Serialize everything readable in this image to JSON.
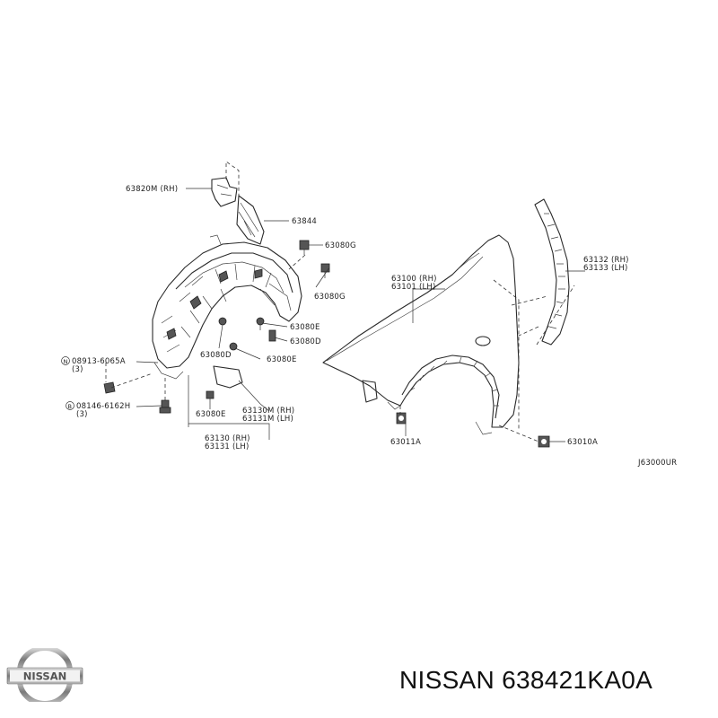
{
  "callouts": {
    "p63820m": "63820M (RH)",
    "p63844": "63844",
    "p63080g_top": "63080G",
    "p63080g_mid": "63080G",
    "p63080e_1": "63080E",
    "p63080d_1": "63080D",
    "p63080d_2": "63080D",
    "p63080e_2": "63080E",
    "p63080e_3": "63080E",
    "bolt_n_num": "08913-6065A",
    "bolt_n_qty": "(3)",
    "bolt_b_num": "08146-6162H",
    "bolt_b_qty": "(3)",
    "p63130m": "63130M (RH)",
    "p63131m": "63131M (LH)",
    "p63130": "63130 (RH)",
    "p63131": "63131 (LH)",
    "p63100": "63100 (RH)",
    "p63101": "63101 (LH)",
    "p63132": "63132 (RH)",
    "p63133": "63133 (LH)",
    "p63011a": "63011A",
    "p63010a": "63010A",
    "diagram_code": "J63000UR"
  },
  "circle_letters": {
    "n": "N",
    "b": "B"
  },
  "brand": {
    "logo_text": "NISSAN",
    "footer": "NISSAN 638421KA0A"
  }
}
